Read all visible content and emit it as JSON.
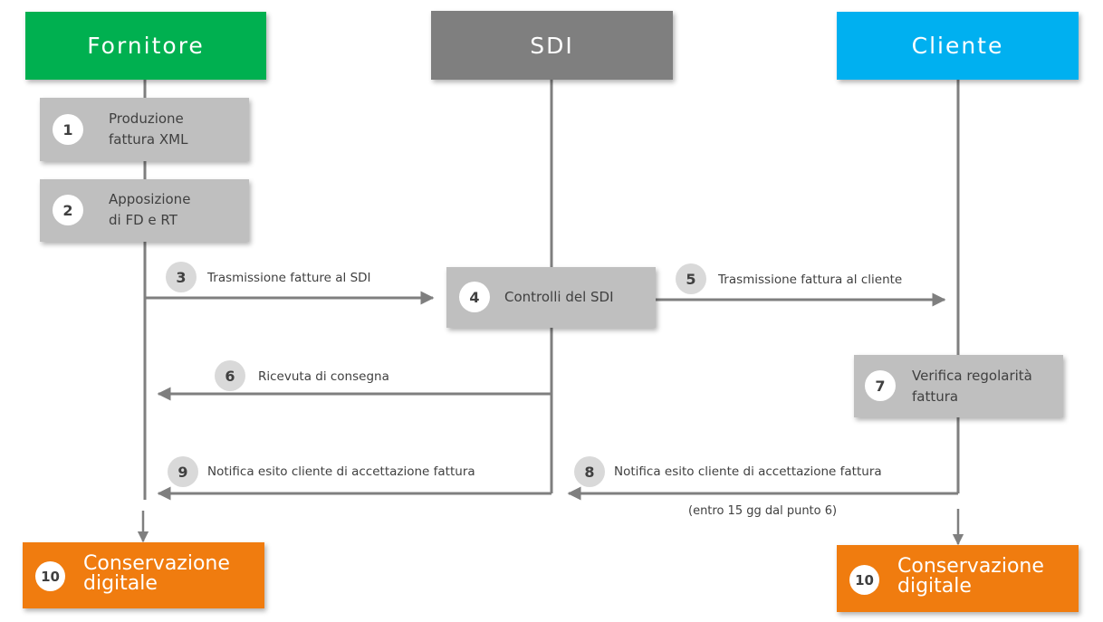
{
  "lanes": {
    "fornitore": {
      "label": "Fornitore",
      "color": "#00b050"
    },
    "sdi": {
      "label": "SDI",
      "color": "#7f7f7f"
    },
    "cliente": {
      "label": "Cliente",
      "color": "#00b0f0"
    }
  },
  "steps": {
    "s1": {
      "num": "1",
      "label": "Produzione\nfattura XML"
    },
    "s2": {
      "num": "2",
      "label": "Apposizione\ndi FD e RT"
    },
    "s3": {
      "num": "3",
      "label": "Trasmissione fatture al SDI"
    },
    "s4": {
      "num": "4",
      "label": "Controlli del SDI"
    },
    "s5": {
      "num": "5",
      "label": "Trasmissione fattura al cliente"
    },
    "s6": {
      "num": "6",
      "label": "Ricevuta di consegna"
    },
    "s7": {
      "num": "7",
      "label": "Verifica regolarità\nfattura"
    },
    "s8": {
      "num": "8",
      "label": "Notifica esito cliente di accettazione fattura"
    },
    "s9": {
      "num": "9",
      "label": "Notifica esito cliente di accettazione fattura"
    },
    "s10_left": {
      "num": "10",
      "label": "Conservazione\ndigitale"
    },
    "s10_right": {
      "num": "10",
      "label": "Conservazione\ndigitale"
    }
  },
  "note_8": "(entro 15 gg dal punto 6)",
  "colors": {
    "final": "#f07c0f",
    "step_box": "#bfbfbf",
    "line": "#7f7f7f"
  }
}
